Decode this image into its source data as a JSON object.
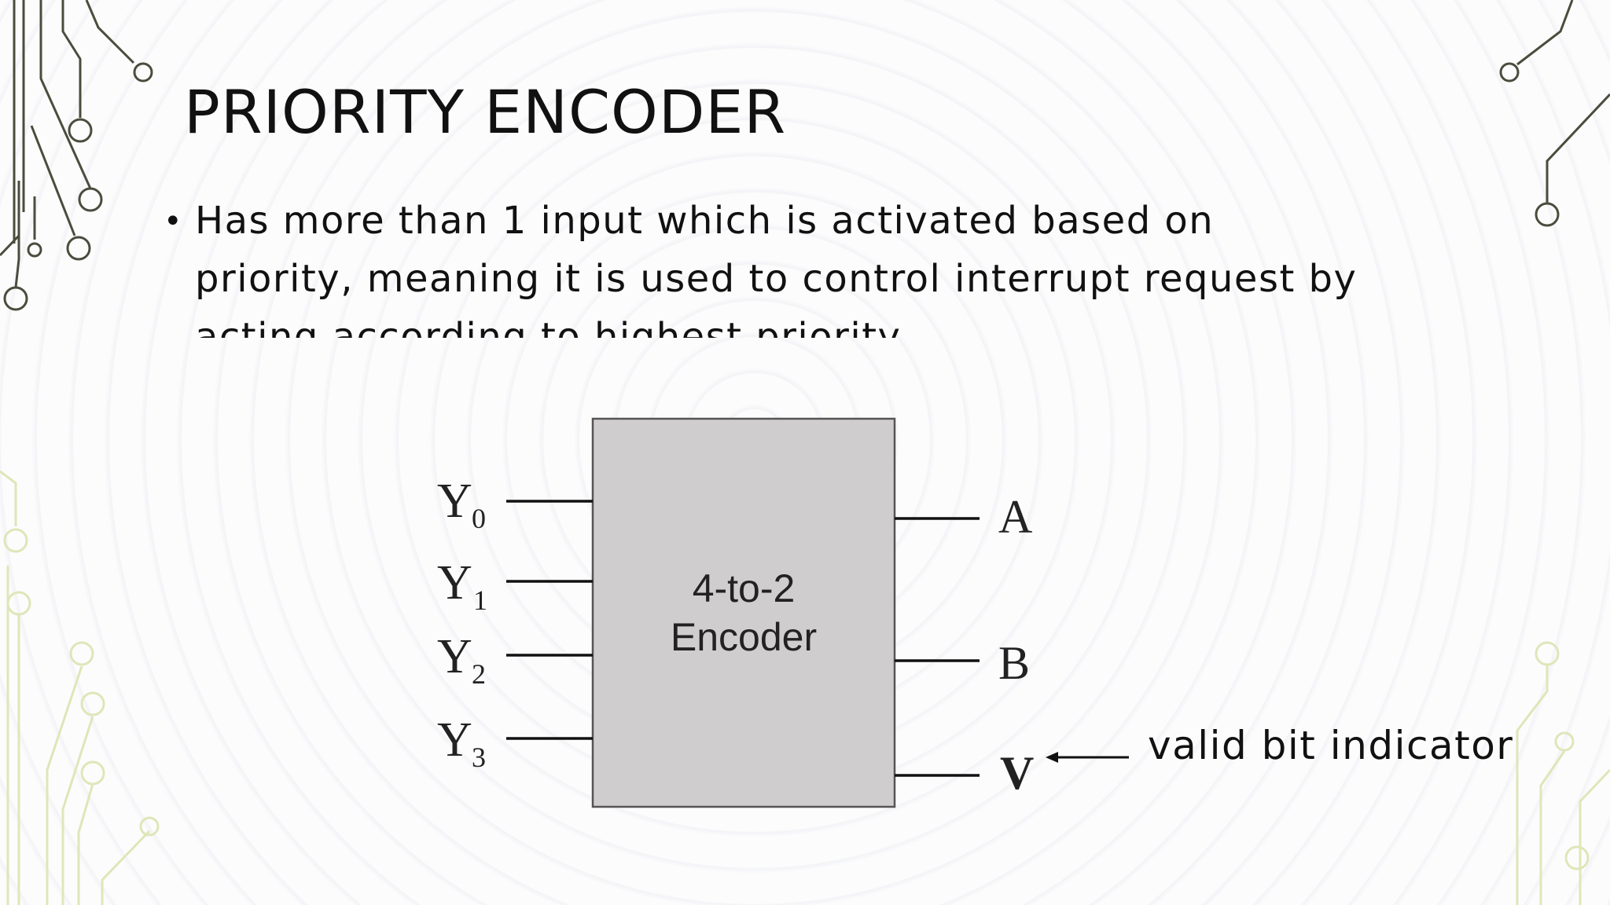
{
  "slide": {
    "title": "PRIORITY ENCODER",
    "bullets": [
      "Has more than 1 input which is activated based on priority, meaning it is used to control interrupt request by acting according to highest priority"
    ]
  },
  "diagram": {
    "block_label_line1": "4-to-2",
    "block_label_line2": "Encoder",
    "inputs": [
      {
        "letter": "Y",
        "sub": "0"
      },
      {
        "letter": "Y",
        "sub": "1"
      },
      {
        "letter": "Y",
        "sub": "2"
      },
      {
        "letter": "Y",
        "sub": "3"
      }
    ],
    "outputs": [
      "A",
      "B",
      "V"
    ],
    "annotation": "valid bit indicator"
  },
  "colors": {
    "block_fill": "#cfcdce",
    "circuit_dark": "#4a4d3c",
    "circuit_light": "#e7edc9"
  }
}
